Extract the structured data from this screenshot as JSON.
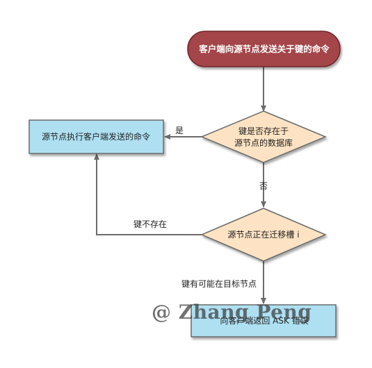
{
  "nodes": {
    "start": "客户端向源节点发送关于键的命令",
    "decision_key_exists_line1": "键是否存在于",
    "decision_key_exists_line2": "源节点的数据库",
    "execute": "源节点执行客户端发送的命令",
    "decision_migrating": "源节点正在迁移槽 i",
    "ask_error": "向客户端返回 ASK 错误"
  },
  "edges": {
    "yes": "是",
    "no": "否",
    "key_not_exist": "键不存在",
    "key_maybe_target": "键有可能在目标节点"
  },
  "watermark": "@ Zhang Peng",
  "colors": {
    "start_fill": "#a3444a",
    "decision_fill": "#fde3c3",
    "process_fill": "#aee0f2",
    "line": "#6b6b6b"
  }
}
